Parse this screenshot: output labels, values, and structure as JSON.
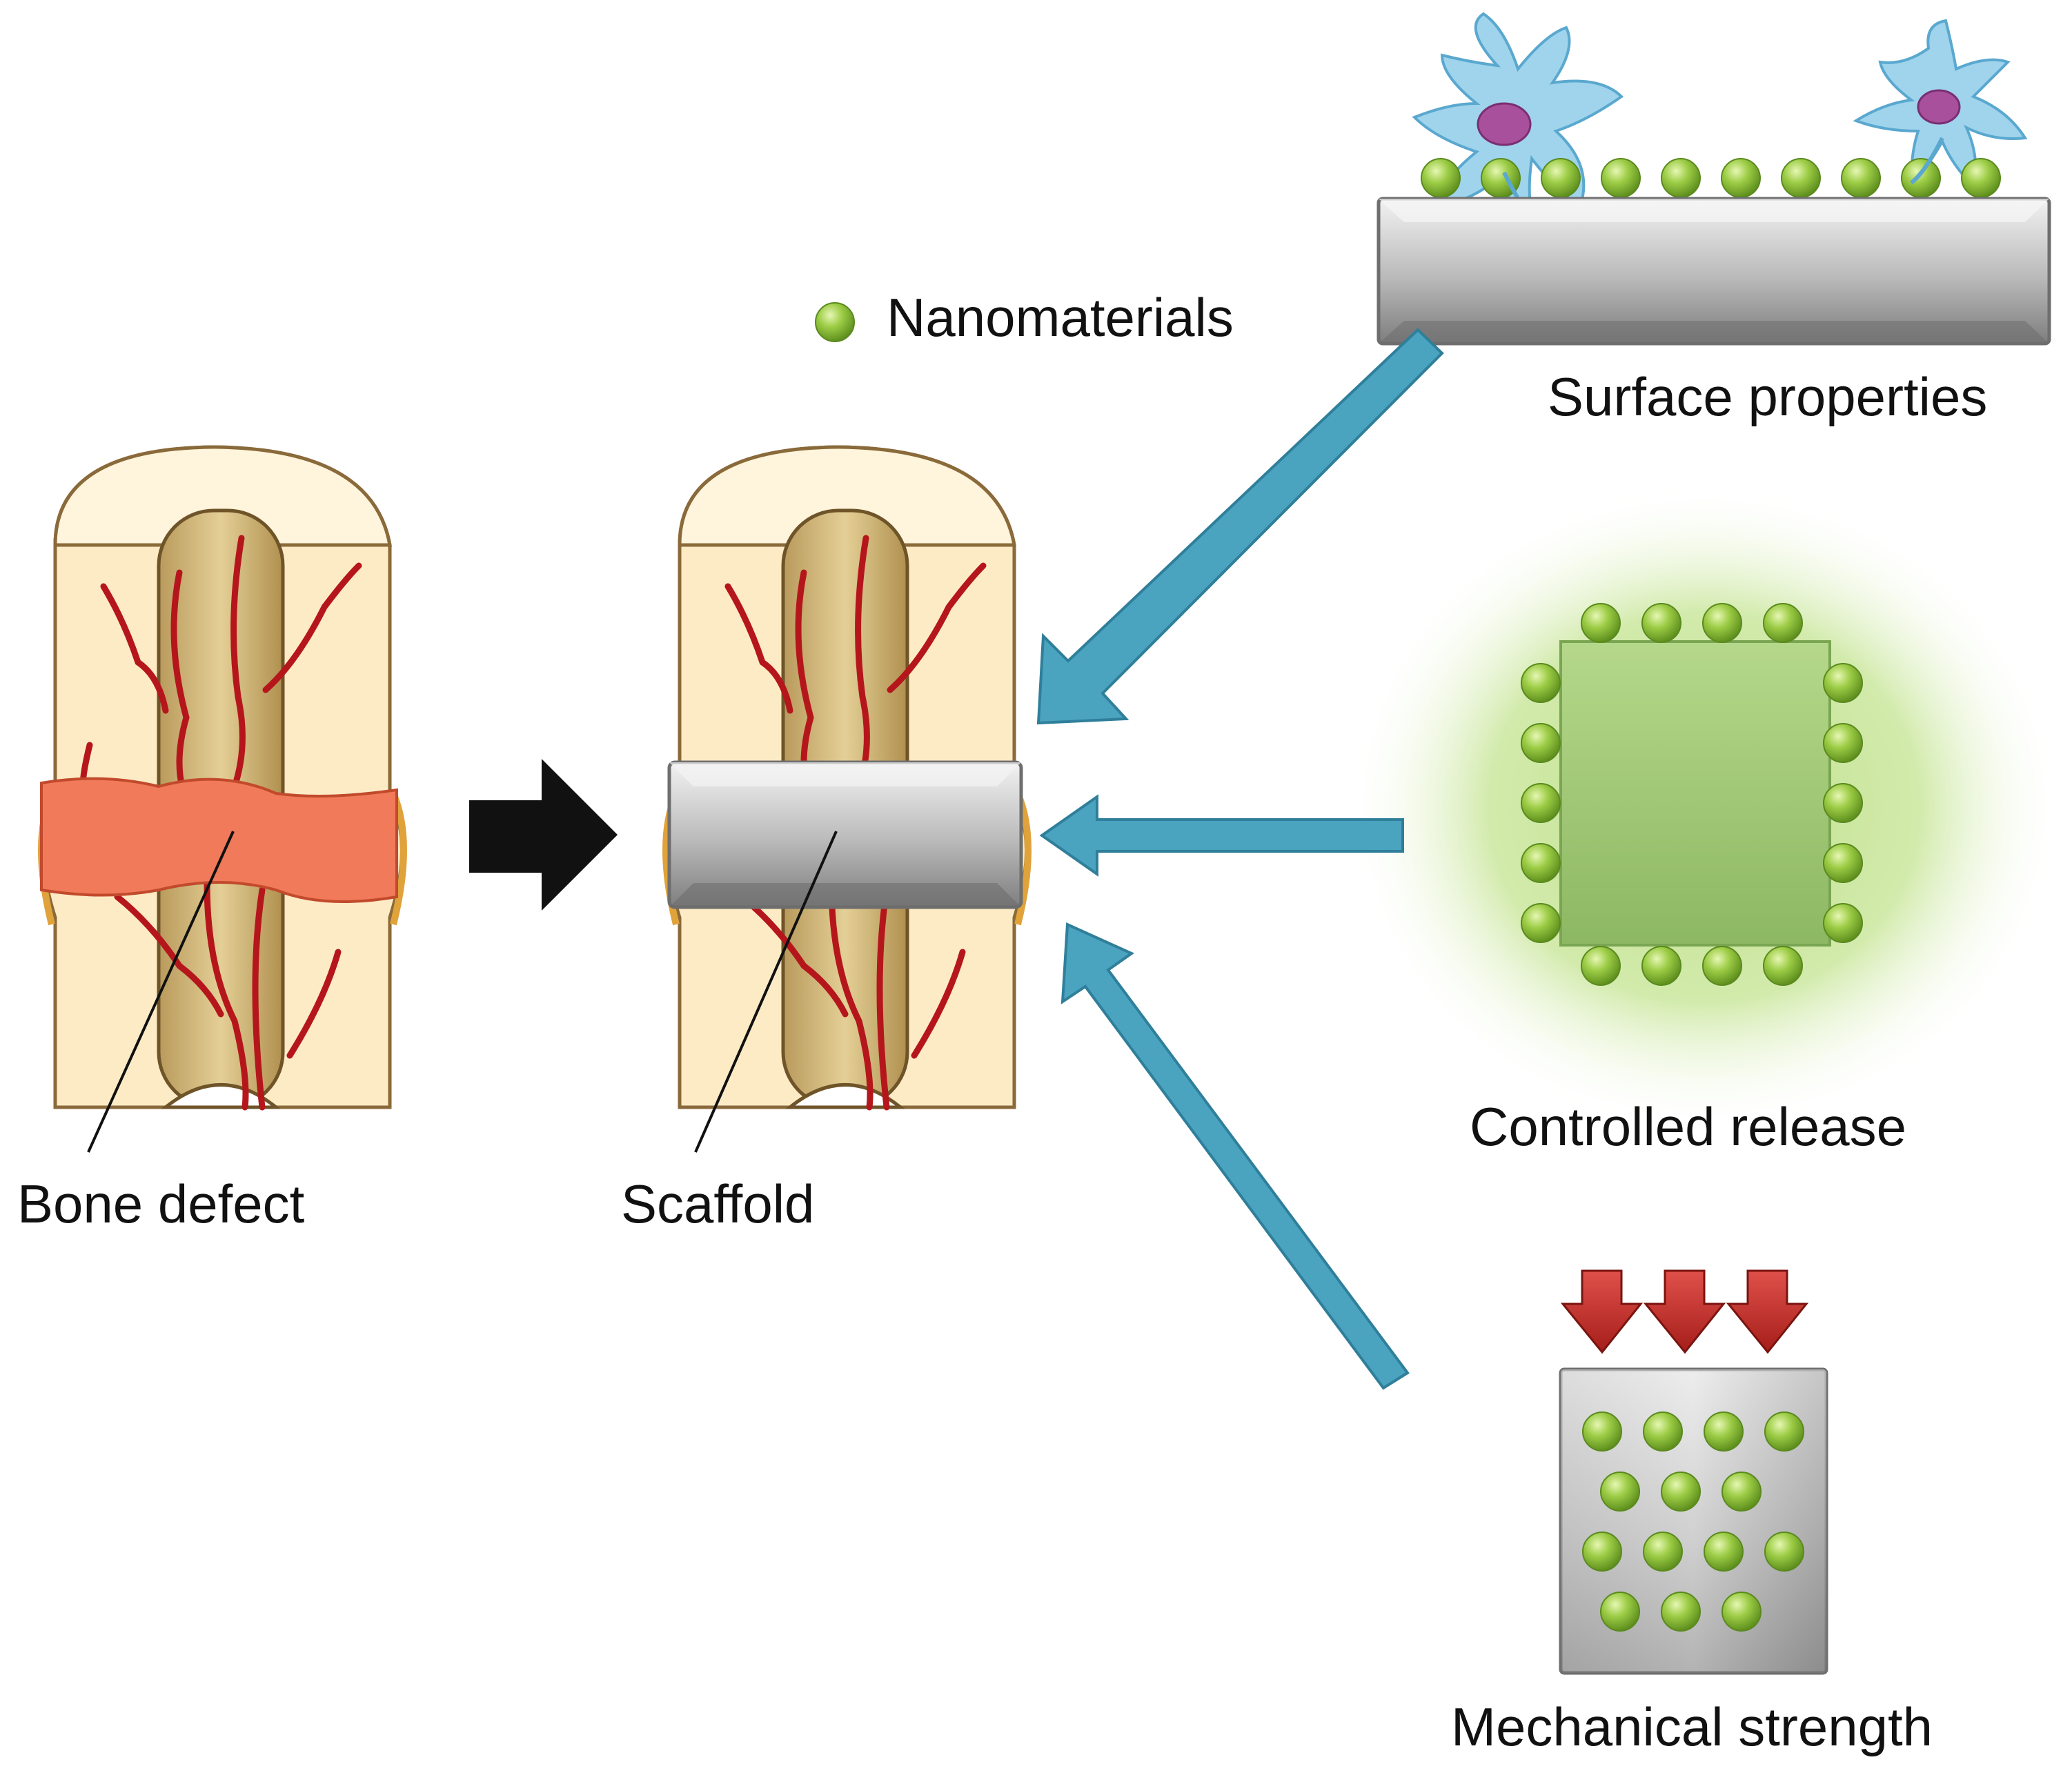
{
  "labels": {
    "nanomaterials": "Nanomaterials",
    "surface_properties": "Surface properties",
    "controlled_release": "Controlled release",
    "mechanical_strength": "Mechanical strength",
    "bone_defect": "Bone defect",
    "scaffold": "Scaffold"
  },
  "colors": {
    "nanoparticle": "#8fc23a",
    "scaffold_grey": "#a6a6a6",
    "blue_arrow": "#4aa3bf",
    "red_arrow": "#c0302a",
    "bone_tissue": "#fdebc6",
    "marrow": "#d8b97a",
    "blood_vessel": "#b5161c",
    "defect": "#f07a5a",
    "cell_body": "#9fd4ec",
    "cell_nucleus": "#a8509b",
    "release_glow": "#bfe08a"
  },
  "icons": {
    "legend_marker": "green-sphere",
    "cells": "cell-icon",
    "force": "down-arrow-icon"
  }
}
